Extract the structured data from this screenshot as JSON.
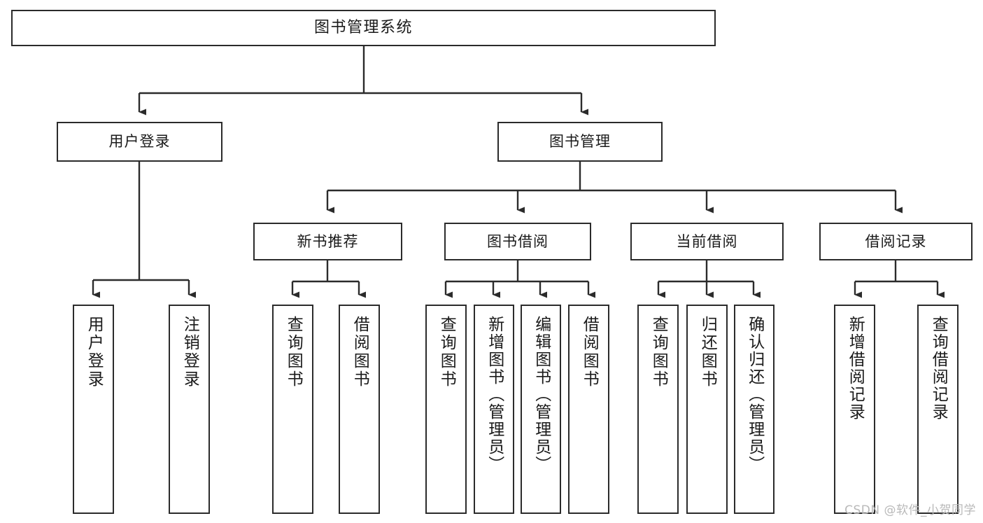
{
  "diagram": {
    "title": "图书管理系统",
    "type": "hierarchy-tree",
    "colors": {
      "box_border": "#2b2b2b",
      "box_fill": "#ffffff",
      "line": "#2b2b2b",
      "text": "#1a1a1a",
      "watermark": "#b9b9b9"
    },
    "levels": {
      "root": {
        "label": "图书管理系统"
      },
      "level2": [
        {
          "label": "用户登录"
        },
        {
          "label": "图书管理"
        }
      ],
      "level3": [
        {
          "label": "新书推荐"
        },
        {
          "label": "图书借阅"
        },
        {
          "label": "当前借阅"
        },
        {
          "label": "借阅记录"
        }
      ],
      "leaves": {
        "user_login": [
          {
            "label": "用户登录"
          },
          {
            "label": "注销登录"
          }
        ],
        "new_book_recommend": [
          {
            "label": "查询图书"
          },
          {
            "label": "借阅图书"
          }
        ],
        "book_borrow": [
          {
            "label": "查询图书"
          },
          {
            "label": "新增图书（管理员）"
          },
          {
            "label": "编辑图书（管理员）"
          },
          {
            "label": "借阅图书"
          }
        ],
        "current_borrow": [
          {
            "label": "查询图书"
          },
          {
            "label": "归还图书"
          },
          {
            "label": "确认归还（管理员）"
          }
        ],
        "borrow_record": [
          {
            "label": "新增借阅记录"
          },
          {
            "label": "查询借阅记录"
          }
        ]
      }
    }
  },
  "watermark": {
    "text": "CSDN @软件_小贺同学"
  }
}
